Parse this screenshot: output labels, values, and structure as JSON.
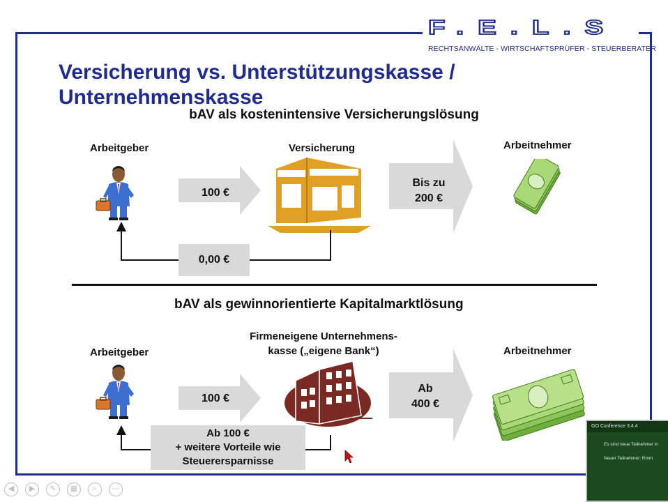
{
  "logo": {
    "name": "F.E.L.S",
    "tagline": "RECHTSANWÄLTE - WIRTSCHAFTSPRÜFER - STEUERBERATER"
  },
  "slide": {
    "title_line1": "Versicherung vs. Unterstützungskasse /",
    "title_line2": "Unternehmenskasse",
    "section1": {
      "heading": "bAV als kostenintensive Versicherungslösung",
      "employer_label": "Arbeitgeber",
      "insurance_label": "Versicherung",
      "employee_label": "Arbeitnehmer",
      "contribution": "100 €",
      "payout_line1": "Bis zu",
      "payout_line2": "200 €",
      "return_amount": "0,00 €"
    },
    "section2": {
      "heading": "bAV als gewinnorientierte Kapitalmarktlösung",
      "employer_label": "Arbeitgeber",
      "company_label_line1": "Firmeneigene Unternehmens-",
      "company_label_line2": "kasse („eigene Bank“)",
      "employee_label": "Arbeitnehmer",
      "contribution": "100 €",
      "payout_line1": "Ab",
      "payout_line2": "400 €",
      "return_line1": "Ab 100 €",
      "return_line2": "+ weitere Vorteile wie",
      "return_line3": "Steuerersparnisse"
    }
  },
  "popup": {
    "title": "GO Conference 3.4.4",
    "message1": "Es sind neue Teilnehmer in",
    "message2": "Neuer Teilnehmer: Rmm"
  },
  "colors": {
    "title_blue": "#1f2b8e",
    "grey_box": "#d9d9d9",
    "insurance_orange": "#e0a026",
    "building_brown": "#7a2a22",
    "money_green": "#8fc45a"
  }
}
